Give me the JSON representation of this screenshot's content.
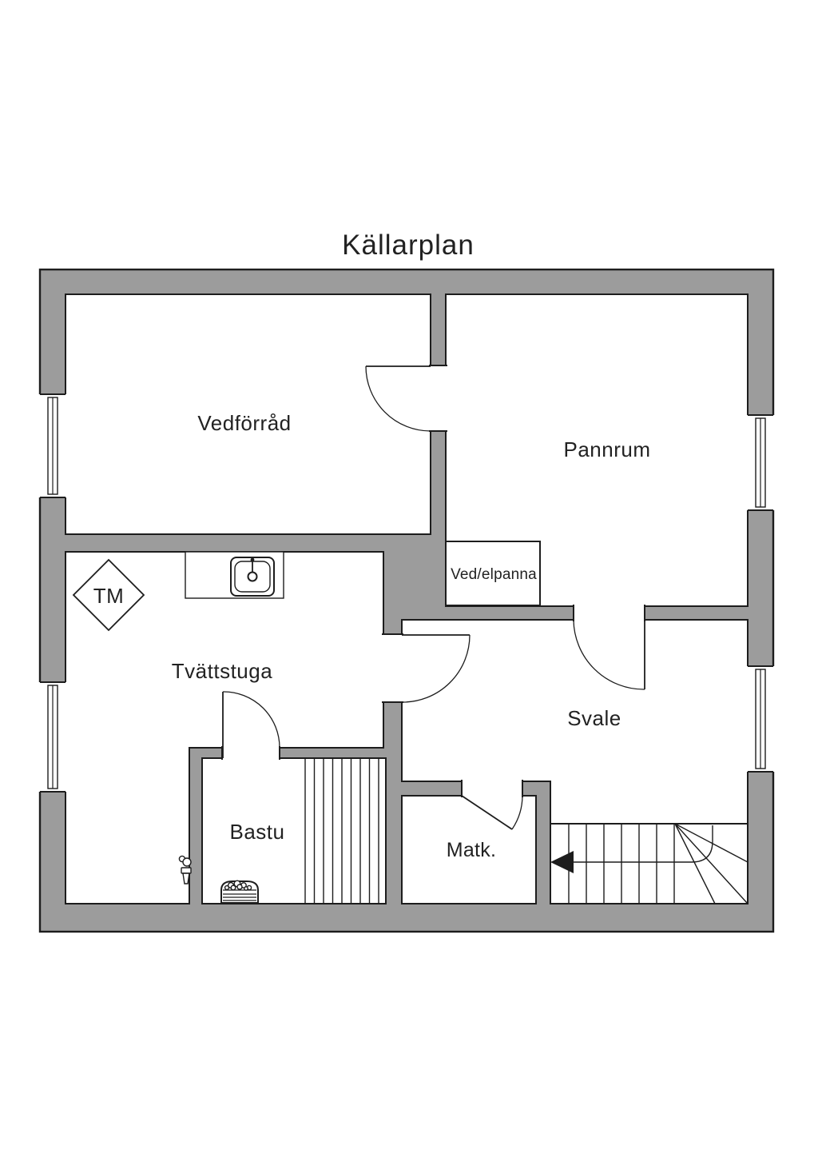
{
  "title": "Källarplan",
  "colors": {
    "wall_fill": "#9c9c9c",
    "outline": "#1d1d1d",
    "text": "#222222",
    "background": "#ffffff"
  },
  "rooms": [
    {
      "name": "vedforrad",
      "label": "Vedförråd"
    },
    {
      "name": "pannrum",
      "label": "Pannrum"
    },
    {
      "name": "tvattstuga",
      "label": "Tvättstuga"
    },
    {
      "name": "svale",
      "label": "Svale"
    },
    {
      "name": "bastu",
      "label": "Bastu"
    },
    {
      "name": "matkallare",
      "label": "Matk."
    }
  ],
  "fixtures": {
    "boiler_label": "Ved/elpanna",
    "washing_machine_label": "TM"
  },
  "icons": [
    "sink-icon",
    "tap-icon",
    "sauna-heater-icon",
    "sauna-bench-icon",
    "stairs-icon",
    "stairs-direction-arrow-icon",
    "window-icon",
    "door-swing-icon"
  ],
  "counts": {
    "windows": 4,
    "doors": 5,
    "stair_treads": 7
  }
}
